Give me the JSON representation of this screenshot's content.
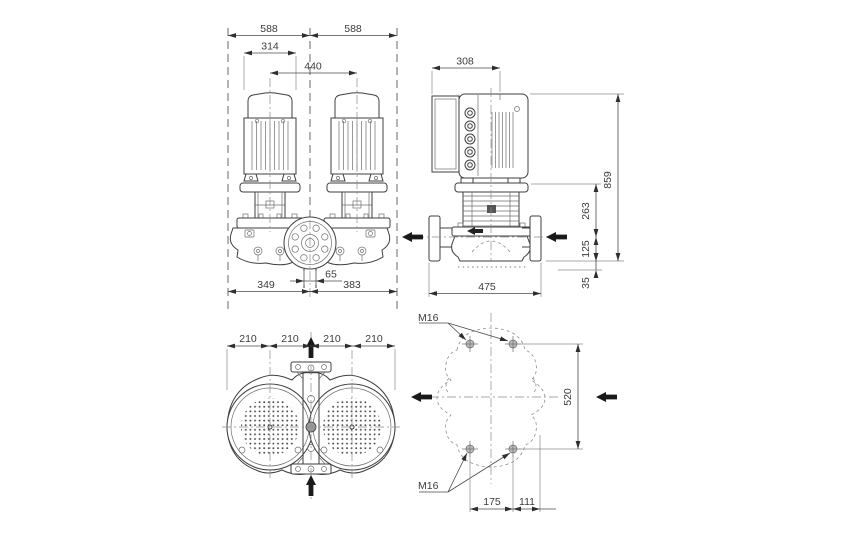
{
  "colors": {
    "line": "#3f3f3f",
    "dimension": "#4a4a4a",
    "extension": "#8c8c8c",
    "hidden_outline": "#909090",
    "flow_arrow": "#1a1a1a",
    "background": "#ffffff"
  },
  "front_view": {
    "overall_left": "588",
    "overall_right": "588",
    "motor_width": "314",
    "pump_head_spacing": "440",
    "port_offset": "65",
    "left_width": "349",
    "right_width": "383"
  },
  "side_view": {
    "depth": "308",
    "overall_height": "859",
    "upper_section_height": "263",
    "port_centerline_height": "125",
    "base_height": "35",
    "housing_length": "475"
  },
  "top_view": {
    "segment_1": "210",
    "segment_2": "210",
    "segment_3": "210",
    "segment_4": "210"
  },
  "foundation_view": {
    "bolt_label_upper": "M16",
    "bolt_label_lower": "M16",
    "bolt_spacing_vertical": "520",
    "bolt_spacing_horizontal": "175",
    "bolt_edge_distance": "111"
  }
}
